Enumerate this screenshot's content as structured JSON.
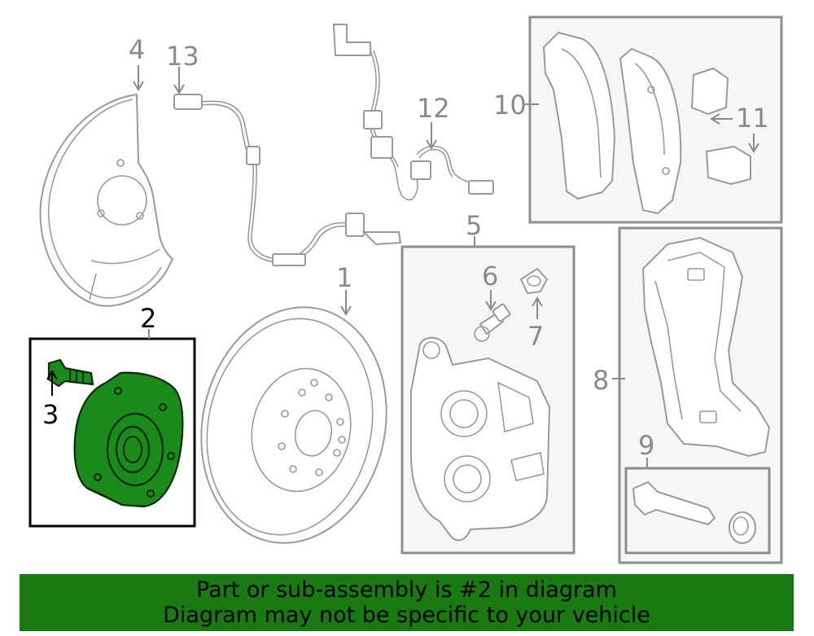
{
  "callouts": {
    "c1": "1",
    "c2": "2",
    "c3": "3",
    "c4": "4",
    "c5": "5",
    "c6": "6",
    "c7": "7",
    "c8": "8",
    "c9": "9",
    "c10": "10",
    "c11": "11",
    "c12": "12",
    "c13": "13"
  },
  "banner": {
    "line1": "Part or sub-assembly is #2 in diagram",
    "line2": "Diagram may not be specific to your vehicle"
  },
  "colors": {
    "highlight": "#1a8a1a",
    "banner": "#1a7a12",
    "linework": "#9a9a9a"
  }
}
